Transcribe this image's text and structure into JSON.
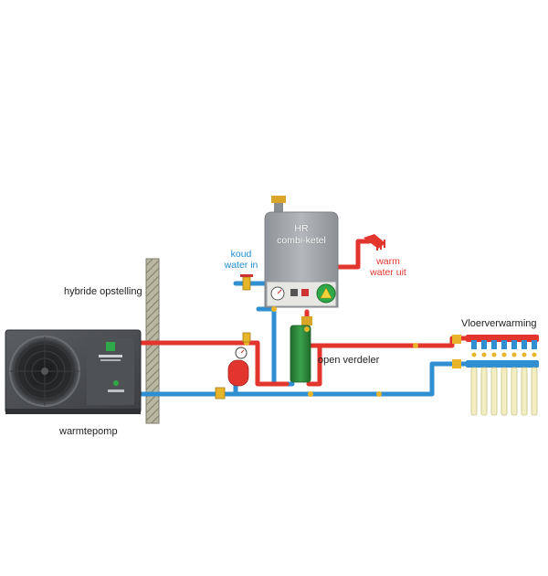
{
  "labels": {
    "hybrid_setup": "hybride opstelling",
    "heat_pump": "warmtepomp",
    "boiler_line1": "HR",
    "boiler_line2": "combi-ketel",
    "cold_water_line1": "koud",
    "cold_water_line2": "water in",
    "warm_water_line1": "warm",
    "warm_water_line2": "water uit",
    "open_distributor": "open verdeler",
    "floor_heating": "Vloerverwarming"
  },
  "colors": {
    "supply_pipe": "#e2352e",
    "return_pipe": "#2f8fd0",
    "heat_pump_body": "#4a4d50",
    "boiler_body": "#a9adb1",
    "distributor": "#2e8b3c",
    "wall": "#9c9a86",
    "cold_water_text": "#1f8fd0",
    "warm_water_text": "#e2352e"
  }
}
